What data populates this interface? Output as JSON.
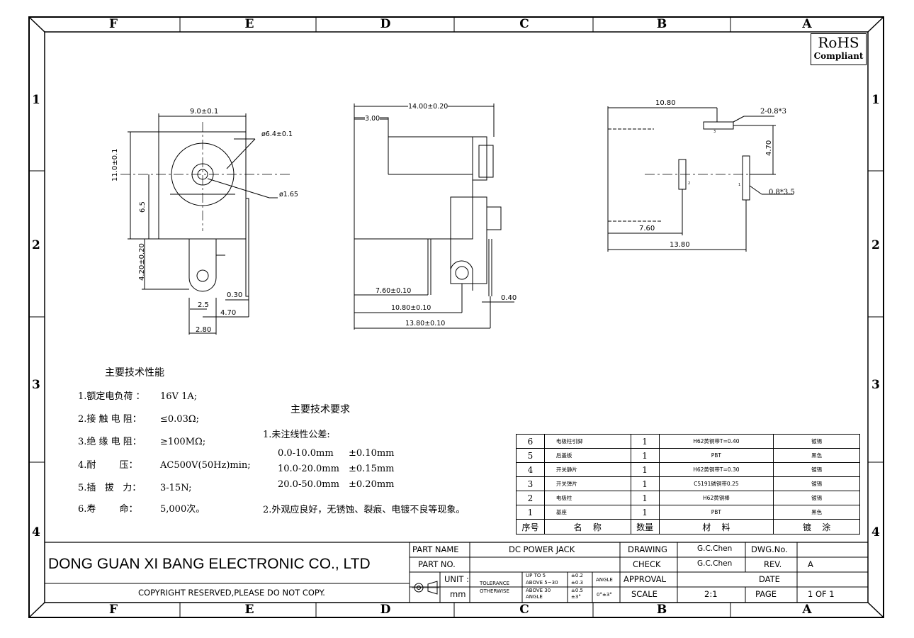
{
  "zones": {
    "columns": [
      "F",
      "E",
      "D",
      "C",
      "B",
      "A"
    ],
    "rows": [
      "1",
      "2",
      "3",
      "4"
    ]
  },
  "rohs": {
    "line1": "RoHS",
    "line2": "Compliant"
  },
  "front_view": {
    "dims": {
      "width": "9.0±0.1",
      "diameter_outer": "ø6.4±0.1",
      "height": "11.0±0.1",
      "center_height": "6.5",
      "pin_diameter": "ø1.65",
      "pin_length": "4.20±0.20",
      "pin_thickness": "0.30",
      "d25": "2.5",
      "d470": "4.70",
      "d280": "2.80"
    }
  },
  "side_view": {
    "dims": {
      "length": "14.00±0.20",
      "d300": "3.00",
      "d760": "7.60±0.10",
      "d1080": "10.80±0.10",
      "d1380": "13.80±0.10",
      "d040": "0.40"
    }
  },
  "footprint": {
    "dims": {
      "d1080": "10.80",
      "slot_a": "2-0.8*3",
      "d470": "4.70",
      "slot_b": "0.8*3.5",
      "d760": "7.60",
      "d1380": "13.80",
      "pad1": "1",
      "pad2": "2",
      "pad3": "3"
    }
  },
  "performance": {
    "title": "主要技术性能",
    "items": [
      {
        "label": "1.额定电负荷 ：",
        "value": "16V 1A;"
      },
      {
        "label": "2.接 触 电 阻：",
        "value": "≤0.03Ω;"
      },
      {
        "label": "3.绝 缘 电 阻：",
        "value": "≥100MΩ;"
      },
      {
        "label": "4.耐        压：",
        "value": "AC500V(50Hz)min;"
      },
      {
        "label": "5.插   拔   力：",
        "value": "3-15N;"
      },
      {
        "label": "6.寿        命：",
        "value": "5,000次。"
      }
    ]
  },
  "requirements": {
    "title": "主要技术要求",
    "item1": "1.未注线性公差:",
    "tolerances": [
      {
        "range": "0.0-10.0mm",
        "tol": "±0.10mm"
      },
      {
        "range": "10.0-20.0mm",
        "tol": "±0.15mm"
      },
      {
        "range": "20.0-50.0mm",
        "tol": "±0.20mm"
      }
    ],
    "item2": "2.外观应良好，无锈蚀、裂痕、电镀不良等现象。"
  },
  "bom": {
    "rows": [
      {
        "no": "6",
        "name": "电极柱引脚",
        "qty": "1",
        "material": "H62黄铜带T=0.40",
        "finish": "镀锡"
      },
      {
        "no": "5",
        "name": "后盖板",
        "qty": "1",
        "material": "PBT",
        "finish": "黑色"
      },
      {
        "no": "4",
        "name": "开关静片",
        "qty": "1",
        "material": "H62黄铜带T=0.30",
        "finish": "镀锡"
      },
      {
        "no": "3",
        "name": "开关弹片",
        "qty": "1",
        "material": "C5191磷铜带0.25",
        "finish": "镀锡"
      },
      {
        "no": "2",
        "name": "电极柱",
        "qty": "1",
        "material": "H62黄铜棒",
        "finish": "镀锡"
      },
      {
        "no": "1",
        "name": "基座",
        "qty": "1",
        "material": "PBT",
        "finish": "黑色"
      }
    ],
    "header": {
      "no": "序号",
      "name": "名    称",
      "qty": "数量",
      "material": "材    料",
      "finish": "镀    涂"
    }
  },
  "title_block": {
    "company": "DONG GUAN XI BANG ELECTRONIC CO., LTD",
    "copyright": "COPYRIGHT RESERVED,PLEASE DO NOT COPY.",
    "part_name_label": "PART NAME",
    "part_name": "DC POWER JACK",
    "part_no_label": "PART NO.",
    "unit_label": "UNIT :",
    "unit": "mm",
    "tolerance_label": "TOLERANCE",
    "otherwise_label": "OTHERWISE",
    "tol_rows": [
      {
        "range": "UP TO 5",
        "tol": "±0.2"
      },
      {
        "range": "ABOVE 5~30",
        "tol": "±0.3"
      },
      {
        "range": "ABOVE 30",
        "tol": "±0.5"
      },
      {
        "range": "ANGLE",
        "tol": "±3°"
      }
    ],
    "angle_label": "ANGLE",
    "angle_value": "0°±3°",
    "drawing_label": "DRAWING",
    "drawing_by": "G.C.Chen",
    "dwg_no_label": "DWG.No.",
    "check_label": "CHECK",
    "check_by": "G.C.Chen",
    "rev_label": "REV.",
    "rev": "A",
    "approval_label": "APPROVAL",
    "date_label": "DATE",
    "scale_label": "SCALE",
    "scale": "2:1",
    "page_label": "PAGE",
    "page": "1 OF 1"
  }
}
